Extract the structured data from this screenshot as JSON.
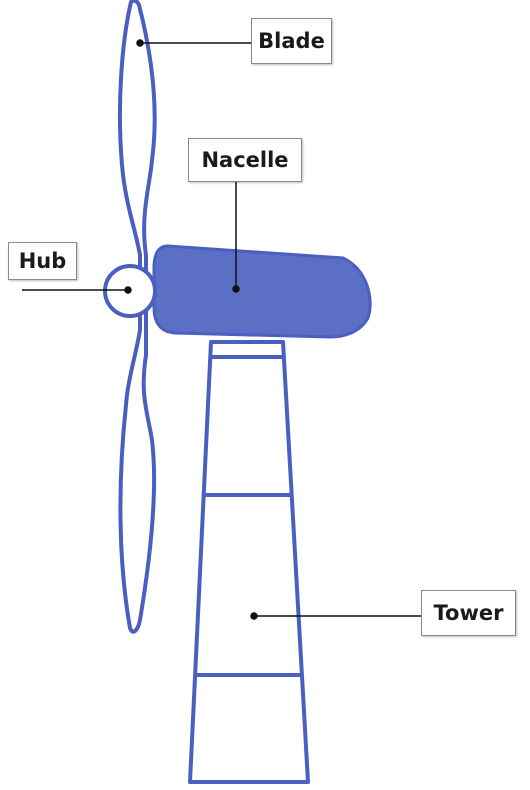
{
  "labels": {
    "blade": "Blade",
    "nacelle": "Nacelle",
    "hub": "Hub",
    "tower": "Tower"
  },
  "colors": {
    "turbine_stroke": "#4a5fbf",
    "nacelle_fill": "#5b6fc4",
    "leader_line": "#111111"
  }
}
